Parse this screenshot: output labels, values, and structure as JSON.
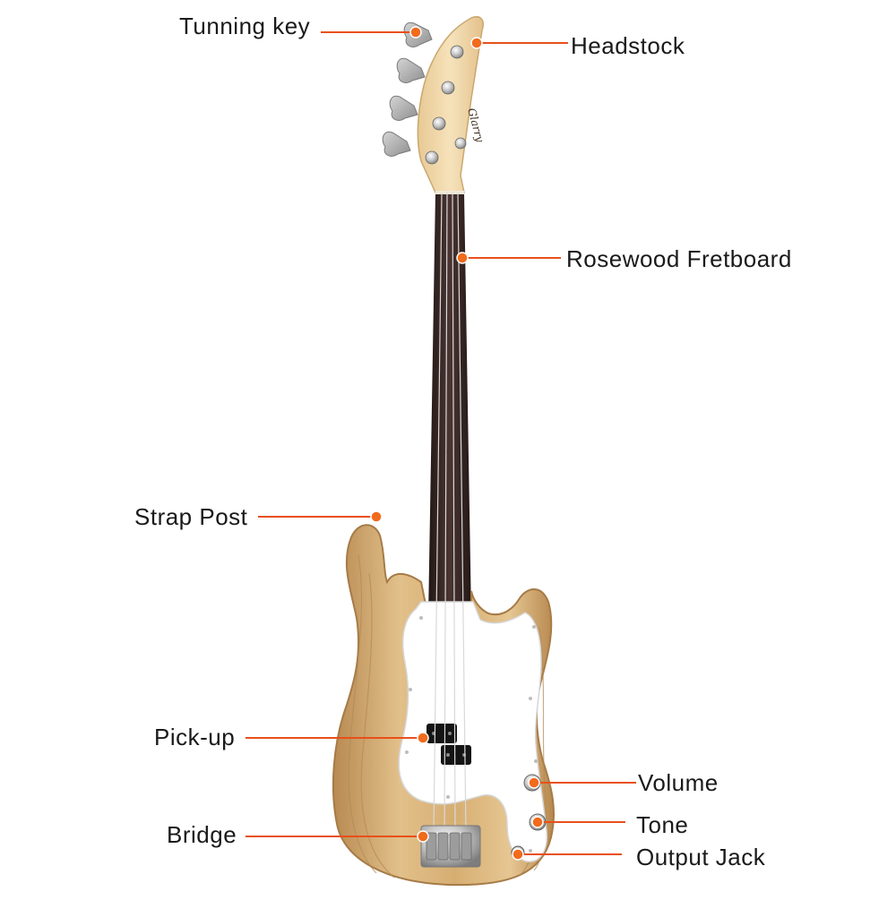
{
  "labels": {
    "tuning_key": "Tunning key",
    "headstock": "Headstock",
    "fretboard": "Rosewood Fretboard",
    "strap_post": "Strap Post",
    "pickup": "Pick-up",
    "volume": "Volume",
    "tone": "Tone",
    "bridge": "Bridge",
    "output_jack": "Output Jack"
  },
  "headstock_logo": "Glarry",
  "colors": {
    "callout_line": "#e8501c",
    "callout_dot": "#f26a1b",
    "body_wood": "#d9b47c",
    "headstock_wood": "#efd6a6",
    "fretboard": "#3a2a28",
    "pickguard": "#ffffff",
    "chrome": "#b8b8b8"
  }
}
